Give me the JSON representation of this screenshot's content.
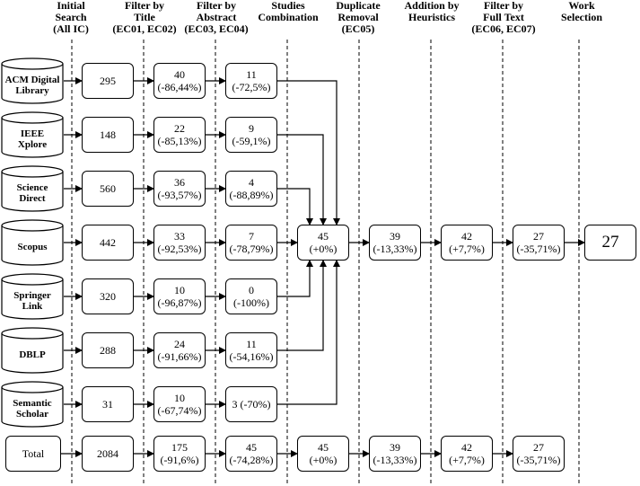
{
  "headers": [
    "Initial\nSearch\n(All IC)",
    "Filter by\nTitle\n(EC01, EC02)",
    "Filter by\nAbstract\n(EC03, EC04)",
    "Studies\nCombination",
    "Duplicate\nRemoval\n(EC05)",
    "Addition by\nHeuristics",
    "Filter by\nFull Text\n(EC06, EC07)",
    "Work\nSelection"
  ],
  "sources": [
    {
      "name": "ACM Digital\nLibrary",
      "initial": "295",
      "title": "40\n(-86,44%)",
      "abstract": "11\n(-72,5%)"
    },
    {
      "name": "IEEE\nXplore",
      "initial": "148",
      "title": "22\n(-85,13%)",
      "abstract": "9\n(-59,1%)"
    },
    {
      "name": "Science\nDirect",
      "initial": "560",
      "title": "36\n(-93,57%)",
      "abstract": "4\n(-88,89%)"
    },
    {
      "name": "Scopus",
      "initial": "442",
      "title": "33\n(-92,53%)",
      "abstract": "7\n(-78,79%)"
    },
    {
      "name": "Springer\nLink",
      "initial": "320",
      "title": "10\n(-96,87%)",
      "abstract": "0\n(-100%)"
    },
    {
      "name": "DBLP",
      "initial": "288",
      "title": "24\n(-91,66%)",
      "abstract": "11\n(-54,16%)"
    },
    {
      "name": "Semantic\nScholar",
      "initial": "31",
      "title": "10\n(-67,74%)",
      "abstract": "3 (-70%)"
    }
  ],
  "pipeline": {
    "combination": "45\n(+0%)",
    "duplicate": "39\n(-13,33%)",
    "heuristics": "42\n(+7,7%)",
    "fulltext": "27\n(-35,71%)",
    "selection": "27"
  },
  "total": {
    "label": "Total",
    "initial": "2084",
    "title": "175\n(-91,6%)",
    "abstract": "45\n(-74,28%)",
    "combination": "45\n(+0%)",
    "duplicate": "39\n(-13,33%)",
    "heuristics": "42\n(+7,7%)",
    "fulltext": "27\n(-35,71%)"
  }
}
